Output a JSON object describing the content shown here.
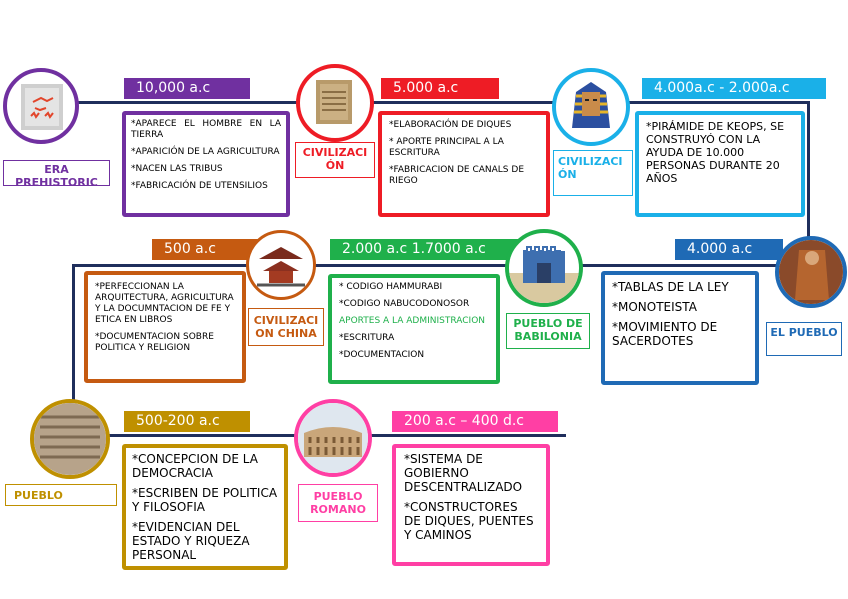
{
  "colors": {
    "line": "#1f2e5c",
    "purple": "#7030a0",
    "red": "#ee1c25",
    "cyan": "#1ab0e8",
    "brown": "#c55a11",
    "green": "#1fb04b",
    "blue": "#1f6ab5",
    "gold": "#bf9000",
    "pink": "#ff3fa4"
  },
  "prehistoric": {
    "date": "10,000 a.c",
    "label": "ERA PREHISTORIC",
    "items": [
      "*APARECE EL HOMBRE EN LA TIERRA",
      "*APARICIÓN DE LA AGRICULTURA",
      "*NACEN LAS TRIBUS",
      "*FABRICACIÓN DE UTENSILIOS"
    ]
  },
  "first_civ": {
    "date": "5.000 a.c",
    "label": "CIVILIZACI ÓN",
    "items": [
      "*ELABORACIÓN DE DIQUES",
      "* APORTE PRINCIPAL A LA ESCRITURA",
      "*FABRICACION DE CANALS DE RIEGO"
    ]
  },
  "egypt": {
    "date": "4.000a.c - 2.000a.c",
    "label": "CIVILIZACI ÓN",
    "items": [
      "*PIRÁMIDE DE KEOPS, SE CONSTRUYÓ CON LA AYUDA DE 10.000 PERSONAS DURANTE 20 AÑOS"
    ]
  },
  "hebrew": {
    "date": "4.000 a.c",
    "label": "EL PUEBLO",
    "items": [
      "*TABLAS DE LA LEY",
      "*MONOTEISTA",
      "*MOVIMIENTO DE SACERDOTES"
    ]
  },
  "babylon": {
    "date": "2.000 a.c  1.7000   a.c",
    "label": "PUEBLO DE BABILONIA",
    "items": [
      "* CODIGO HAMMURABI",
      "*CODIGO NABUCODONOSOR",
      "APORTES A LA ADMINISTRACION",
      "*ESCRITURA",
      "*DOCUMENTACION"
    ]
  },
  "china": {
    "date": "500 a.c",
    "label": "CIVILIZACI ON CHINA",
    "items": [
      "*PERFECCIONAN LA ARQUITECTURA, AGRICULTURA Y LA DOCUMNTACION DE FE Y ETICA EN LIBROS",
      "*DOCUMENTACION SOBRE POLITICA Y RELIGION"
    ]
  },
  "greece": {
    "date": "500-200 a.c",
    "label": "PUEBLO",
    "items": [
      "*CONCEPCION DE LA DEMOCRACIA",
      "*ESCRIBEN DE POLITICA Y FILOSOFIA",
      "*EVIDENCIAN DEL ESTADO Y RIQUEZA PERSONAL"
    ]
  },
  "rome": {
    "date": "200 a.c – 400 d.c",
    "label": "PUEBLO ROMANO",
    "items": [
      "*SISTEMA DE GOBIERNO DESCENTRALIZADO",
      "*CONSTRUCTORES DE DIQUES, PUENTES Y CAMINOS"
    ]
  }
}
